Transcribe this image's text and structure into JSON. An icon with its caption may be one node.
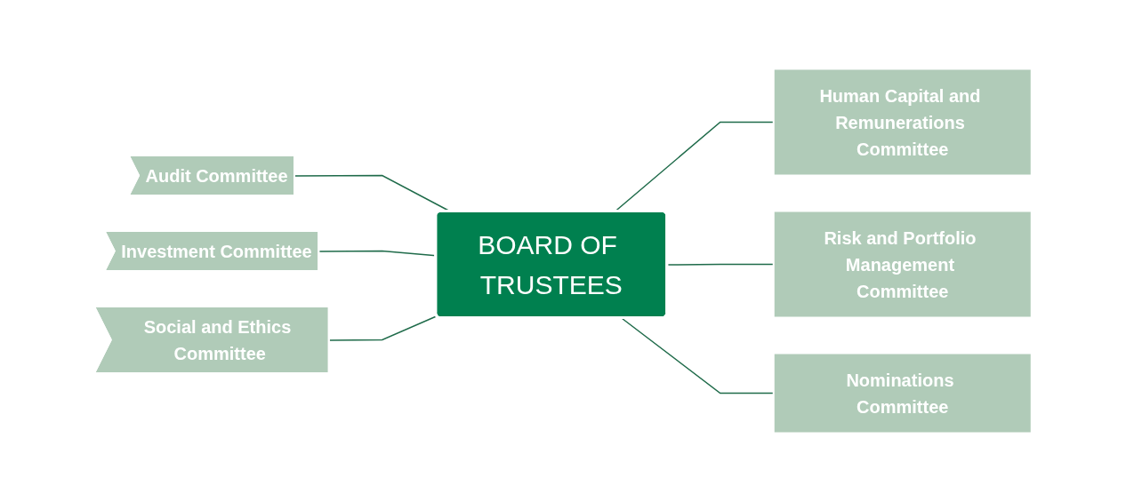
{
  "diagram": {
    "nodes": [
      {
        "text": [
          "Audit Committee"
        ]
      },
      {
        "text": [
          "Human Capital and Remunerations Committee"
        ]
      },
      {
        "text": [
          "Investment Committee"
        ]
      },
      {
        "text": [
          "BOARD OF TRUSTEES"
        ]
      },
      {
        "text": [
          "Risk and Portfolio Management Committee"
        ]
      },
      {
        "text": [
          "Social and Ethics Committee"
        ]
      },
      {
        "text": [
          "Nominations Committee"
        ]
      }
    ],
    "edges": [
      {
        "from": 0,
        "to": 3,
        "arrow": "none"
      },
      {
        "from": 3,
        "to": 1,
        "arrow": "none"
      },
      {
        "from": 2,
        "to": 3,
        "arrow": "none"
      },
      {
        "from": 3,
        "to": 4,
        "arrow": "none"
      },
      {
        "from": 5,
        "to": 3,
        "arrow": "none"
      },
      {
        "from": 3,
        "to": 6,
        "arrow": "none"
      }
    ]
  }
}
